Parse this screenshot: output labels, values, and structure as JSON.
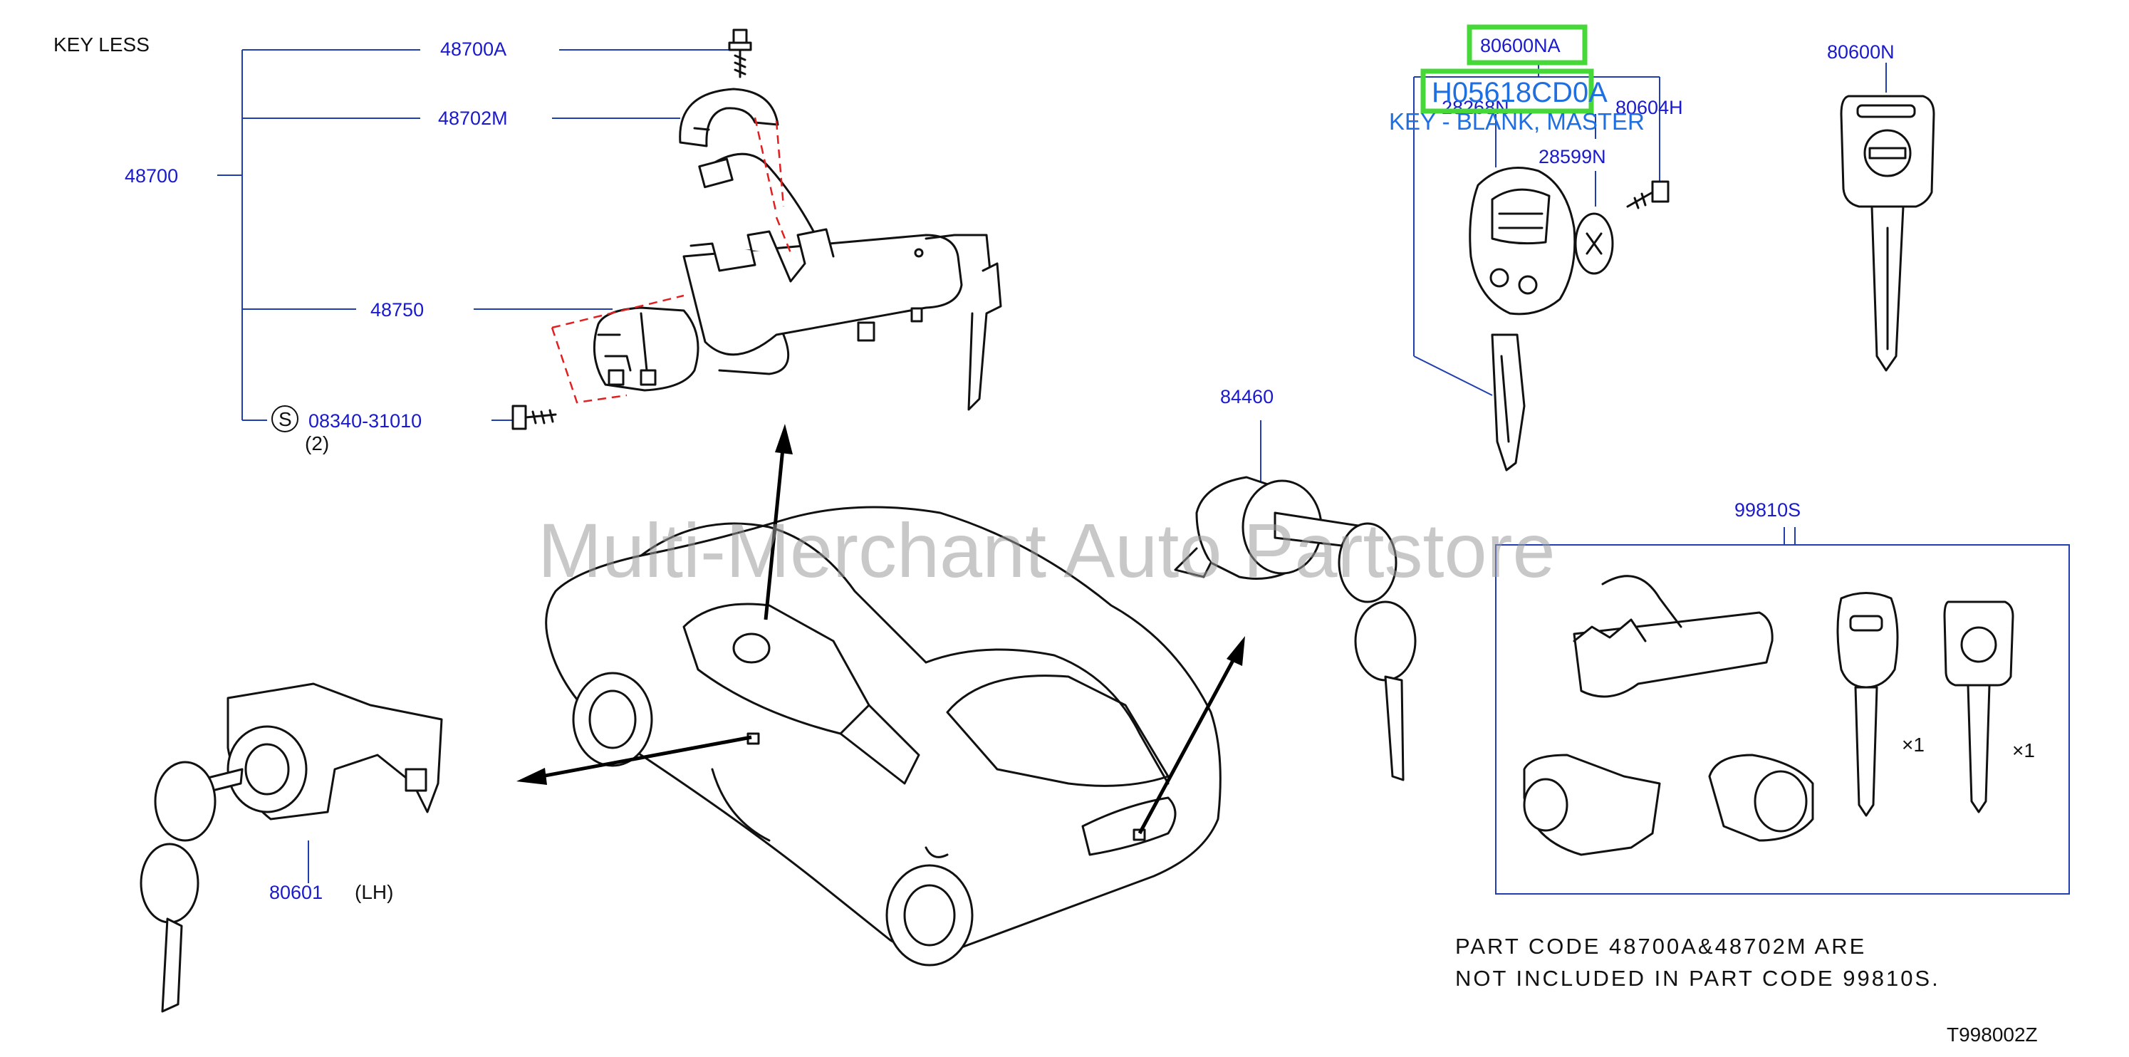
{
  "diagram": {
    "header_left": "KEY   LESS",
    "parts": {
      "p48700A": "48700A",
      "p48702M": "48702M",
      "p48700": "48700",
      "p48750": "48750",
      "screw_symbol": "S",
      "p08340": "08340-31010",
      "qty2": "(2)",
      "p80601": "80601",
      "lh": "(LH)",
      "p84460": "84460",
      "p80600NA": "80600NA",
      "p28268N": "28268N",
      "p80604H": "80604H",
      "p28599N": "28599N",
      "p80600N": "80600N",
      "p99810S": "99810S",
      "x1a": "×1",
      "x1b": "×1"
    },
    "highlight": {
      "code": "H05618CD0A",
      "desc": "KEY - BLANK, MASTER",
      "color": "#45d838"
    },
    "watermark": "Multi-Merchant Auto Partstore",
    "note_line1": "PART  CODE  48700A&48702M  ARE",
    "note_line2": "NOT  INCLUDED  IN  PART  CODE  99810S.",
    "diagram_code": "T998002Z"
  }
}
